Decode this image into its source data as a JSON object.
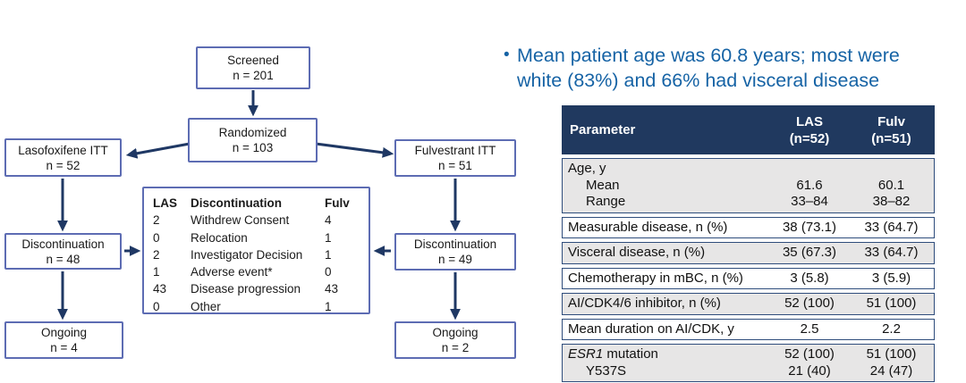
{
  "colors": {
    "box_border": "#5d6cb3",
    "arrow": "#1f3864",
    "table_header_bg": "#20395f",
    "table_row_border": "#2f4d7c",
    "table_stripe": "#e7e6e6",
    "bullet_text": "#1663a5"
  },
  "flowchart": {
    "boxes": {
      "screened": {
        "line1": "Screened",
        "line2": "n = 201"
      },
      "randomized": {
        "line1": "Randomized",
        "line2": "n = 103"
      },
      "laso_itt": {
        "line1": "Lasofoxifene ITT",
        "line2": "n = 52"
      },
      "fulv_itt": {
        "line1": "Fulvestrant ITT",
        "line2": "n = 51"
      },
      "disc_left": {
        "line1": "Discontinuation",
        "line2": "n = 48"
      },
      "disc_right": {
        "line1": "Discontinuation",
        "line2": "n = 49"
      },
      "ongoing_left": {
        "line1": "Ongoing",
        "line2": "n = 4"
      },
      "ongoing_right": {
        "line1": "Ongoing",
        "line2": "n = 2"
      }
    },
    "reasons": {
      "header": {
        "las": "LAS",
        "reason": "Discontinuation",
        "fulv": "Fulv"
      },
      "rows": [
        {
          "las": "2",
          "reason": "Withdrew Consent",
          "fulv": "4"
        },
        {
          "las": "0",
          "reason": "Relocation",
          "fulv": "1"
        },
        {
          "las": "2",
          "reason": "Investigator Decision",
          "fulv": "1"
        },
        {
          "las": "1",
          "reason": "Adverse event*",
          "fulv": "0"
        },
        {
          "las": "43",
          "reason": "Disease progression",
          "fulv": "43"
        },
        {
          "las": "0",
          "reason": "Other",
          "fulv": "1"
        }
      ]
    }
  },
  "bullet": {
    "marker": "•",
    "text": "Mean patient age was 60.8 years; most were white (83%) and 66% had visceral disease"
  },
  "table": {
    "header": {
      "parameter": "Parameter",
      "las_line1": "LAS",
      "las_line2": "(n=52)",
      "fulv_line1": "Fulv",
      "fulv_line2": "(n=51)"
    },
    "rows": [
      {
        "lines": [
          {
            "label": "Age, y",
            "las": "",
            "fulv": ""
          },
          {
            "label": "Mean",
            "indent": true,
            "las": "61.6",
            "fulv": "60.1"
          },
          {
            "label": "Range",
            "indent": true,
            "las": "33–84",
            "fulv": "38–82"
          }
        ]
      },
      {
        "lines": [
          {
            "label": "Measurable disease, n (%)",
            "las": "38 (73.1)",
            "fulv": "33 (64.7)"
          }
        ]
      },
      {
        "lines": [
          {
            "label": "Visceral disease, n (%)",
            "las": "35 (67.3)",
            "fulv": "33 (64.7)"
          }
        ]
      },
      {
        "lines": [
          {
            "label": "Chemotherapy in mBC, n (%)",
            "las": "3 (5.8)",
            "fulv": "3 (5.9)"
          }
        ]
      },
      {
        "lines": [
          {
            "label": "AI/CDK4/6 inhibitor, n (%)",
            "las": "52 (100)",
            "fulv": "51 (100)"
          }
        ]
      },
      {
        "lines": [
          {
            "label": "Mean duration on AI/CDK, y",
            "las": "2.5",
            "fulv": "2.2"
          }
        ]
      },
      {
        "lines": [
          {
            "italic": "ESR1",
            "label": " mutation",
            "las": "52 (100)",
            "fulv": "51 (100)"
          },
          {
            "label": "Y537S",
            "indent": true,
            "las": "21 (40)",
            "fulv": "24 (47)"
          }
        ]
      }
    ]
  }
}
